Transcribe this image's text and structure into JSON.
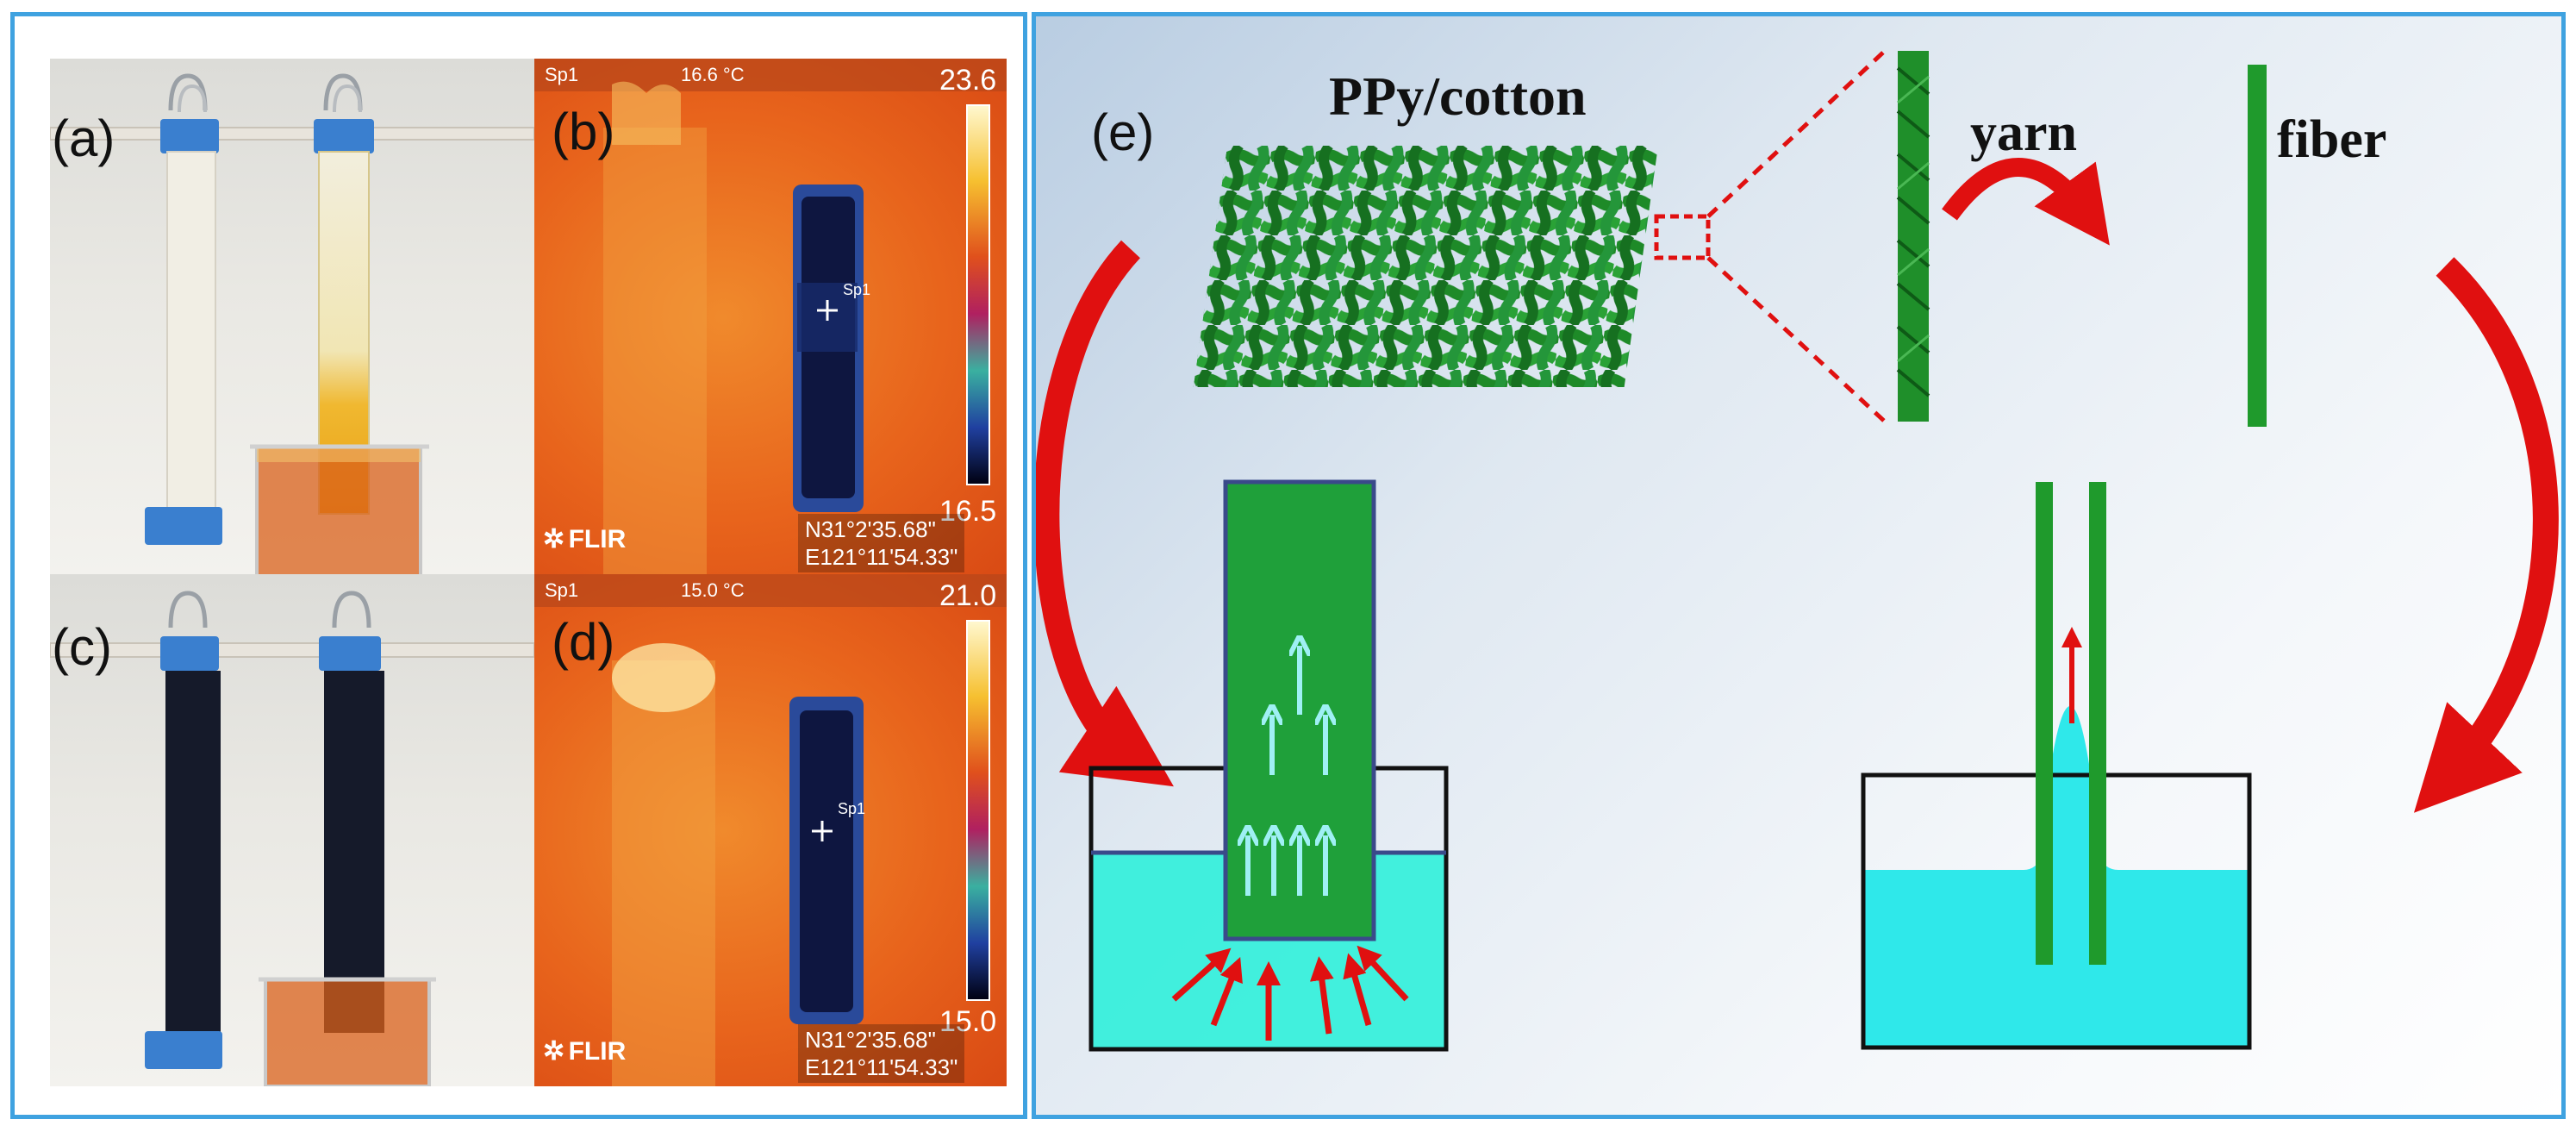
{
  "panels": {
    "a": {
      "label": "(a)"
    },
    "b": {
      "label": "(b)",
      "spot_label": "Sp1",
      "spot_temp": "16.6 °C",
      "spot_marker": "Sp1",
      "scale_max": "23.6",
      "scale_min": "16.5",
      "brand": "FLIR",
      "gps_lat": "N31°2'35.68\"",
      "gps_lon": "E121°11'54.33\""
    },
    "c": {
      "label": "(c)"
    },
    "d": {
      "label": "(d)",
      "spot_label": "Sp1",
      "spot_temp": "15.0 °C",
      "spot_marker": "Sp1",
      "scale_max": "21.0",
      "scale_min": "15.0",
      "brand": "FLIR",
      "gps_lat": "N31°2'35.68\"",
      "gps_lon": "E121°11'54.33\""
    },
    "e": {
      "label": "(e)",
      "fabric_title": "PPy/cotton",
      "yarn_label": "yarn",
      "fiber_label": "fiber"
    }
  },
  "colors": {
    "frame_border": "#3fa2e0",
    "fabric_green": "#1f8f2a",
    "water_cyan": "#2fe8d8",
    "arrow_red": "#e01010",
    "flow_arrow": "#7fe8f0",
    "thermal_hot": "#e8641c",
    "thermal_cold": "#1a2a6a"
  },
  "icons": [
    "flir-logo-icon",
    "crosshair-icon",
    "binder-clip-icon",
    "curved-arrow-icon",
    "up-arrow-icon"
  ]
}
